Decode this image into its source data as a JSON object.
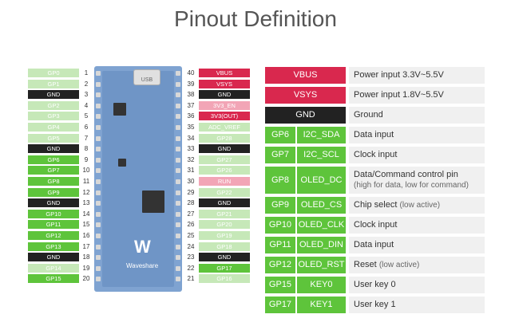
{
  "title": "Pinout Definition",
  "colors": {
    "light_green": "#c6e8b8",
    "green": "#5ec43b",
    "black": "#222222",
    "red": "#d9284e",
    "pink": "#f2a5b6",
    "board_blue": "#7fa3d1"
  },
  "board": {
    "usb_label": "USB",
    "brand": "Waveshare"
  },
  "left_pins": [
    {
      "num": "1",
      "label": "GP0",
      "color": "lightgreen"
    },
    {
      "num": "2",
      "label": "GP1",
      "color": "lightgreen"
    },
    {
      "num": "3",
      "label": "GND",
      "color": "black"
    },
    {
      "num": "4",
      "label": "GP2",
      "color": "lightgreen"
    },
    {
      "num": "5",
      "label": "GP3",
      "color": "lightgreen"
    },
    {
      "num": "6",
      "label": "GP4",
      "color": "lightgreen"
    },
    {
      "num": "7",
      "label": "GP5",
      "color": "lightgreen"
    },
    {
      "num": "8",
      "label": "GND",
      "color": "black"
    },
    {
      "num": "9",
      "label": "GP6",
      "color": "green"
    },
    {
      "num": "10",
      "label": "GP7",
      "color": "green"
    },
    {
      "num": "11",
      "label": "GP8",
      "color": "green"
    },
    {
      "num": "12",
      "label": "GP9",
      "color": "green"
    },
    {
      "num": "13",
      "label": "GND",
      "color": "black"
    },
    {
      "num": "14",
      "label": "GP10",
      "color": "green"
    },
    {
      "num": "15",
      "label": "GP11",
      "color": "green"
    },
    {
      "num": "16",
      "label": "GP12",
      "color": "green"
    },
    {
      "num": "17",
      "label": "GP13",
      "color": "green"
    },
    {
      "num": "18",
      "label": "GND",
      "color": "black"
    },
    {
      "num": "19",
      "label": "GP14",
      "color": "lightgreen"
    },
    {
      "num": "20",
      "label": "GP15",
      "color": "green"
    }
  ],
  "right_pins": [
    {
      "num": "40",
      "label": "VBUS",
      "color": "red"
    },
    {
      "num": "39",
      "label": "VSYS",
      "color": "red"
    },
    {
      "num": "38",
      "label": "GND",
      "color": "black"
    },
    {
      "num": "37",
      "label": "3V3_EN",
      "color": "pink"
    },
    {
      "num": "36",
      "label": "3V3(OUT)",
      "color": "red"
    },
    {
      "num": "35",
      "label": "ADC_VREF",
      "color": "lightgreen"
    },
    {
      "num": "34",
      "label": "GP28",
      "color": "lightgreen"
    },
    {
      "num": "33",
      "label": "GND",
      "color": "black"
    },
    {
      "num": "32",
      "label": "GP27",
      "color": "lightgreen"
    },
    {
      "num": "31",
      "label": "GP26",
      "color": "lightgreen"
    },
    {
      "num": "30",
      "label": "RUN",
      "color": "pink"
    },
    {
      "num": "29",
      "label": "GP22",
      "color": "lightgreen"
    },
    {
      "num": "28",
      "label": "GND",
      "color": "black"
    },
    {
      "num": "27",
      "label": "GP21",
      "color": "lightgreen"
    },
    {
      "num": "26",
      "label": "GP20",
      "color": "lightgreen"
    },
    {
      "num": "25",
      "label": "GP19",
      "color": "lightgreen"
    },
    {
      "num": "24",
      "label": "GP18",
      "color": "lightgreen"
    },
    {
      "num": "23",
      "label": "GND",
      "color": "black"
    },
    {
      "num": "22",
      "label": "GP17",
      "color": "green"
    },
    {
      "num": "21",
      "label": "GP16",
      "color": "lightgreen"
    }
  ],
  "definitions": [
    {
      "kind": "wide",
      "pin": "VBUS",
      "color": "red",
      "desc": "Power input 3.3V~5.5V"
    },
    {
      "kind": "wide",
      "pin": "VSYS",
      "color": "red",
      "desc": "Power input 1.8V~5.5V"
    },
    {
      "kind": "wide",
      "pin": "GND",
      "color": "black",
      "desc": "Ground"
    },
    {
      "kind": "split",
      "pin": "GP6",
      "func": "I2C_SDA",
      "desc": "Data input"
    },
    {
      "kind": "split",
      "pin": "GP7",
      "func": "I2C_SCL",
      "desc": "Clock input"
    },
    {
      "kind": "split-tall",
      "pin": "GP8",
      "func": "OLED_DC",
      "desc": "Data/Command control pin",
      "desc_sub": "(high for data, low for command)"
    },
    {
      "kind": "split",
      "pin": "GP9",
      "func": "OLED_CS",
      "desc": "Chip select",
      "desc_sub": "(low active)"
    },
    {
      "kind": "split",
      "pin": "GP10",
      "func": "OLED_CLK",
      "desc": "Clock input"
    },
    {
      "kind": "split",
      "pin": "GP11",
      "func": "OLED_DIN",
      "desc": "Data input"
    },
    {
      "kind": "split",
      "pin": "GP12",
      "func": "OLED_RST",
      "desc": "Reset",
      "desc_sub": "(low active)"
    },
    {
      "kind": "split",
      "pin": "GP15",
      "func": "KEY0",
      "desc": "User key 0"
    },
    {
      "kind": "split",
      "pin": "GP17",
      "func": "KEY1",
      "desc": "User key 1"
    }
  ]
}
